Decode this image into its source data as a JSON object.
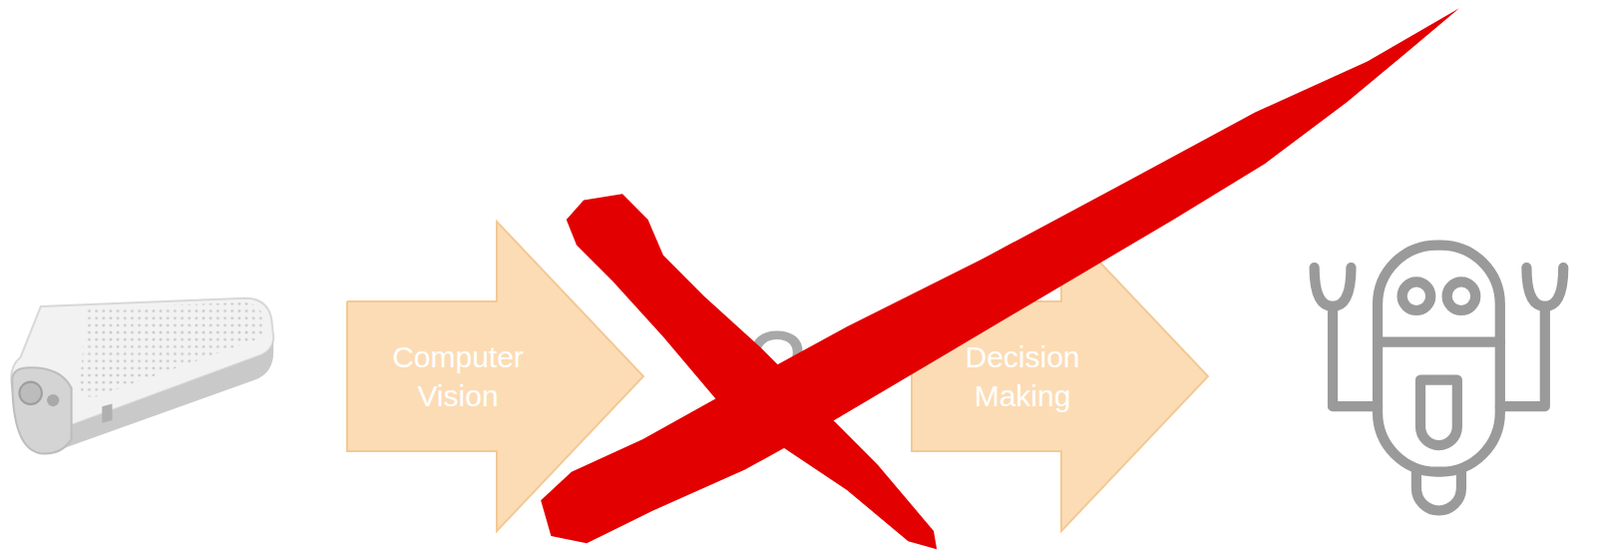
{
  "diagram": {
    "nodes": [
      {
        "text": [
          "Computer Vision"
        ]
      },
      {
        "text": [
          "Decision Making"
        ]
      }
    ],
    "labels": [
      "?"
    ]
  }
}
